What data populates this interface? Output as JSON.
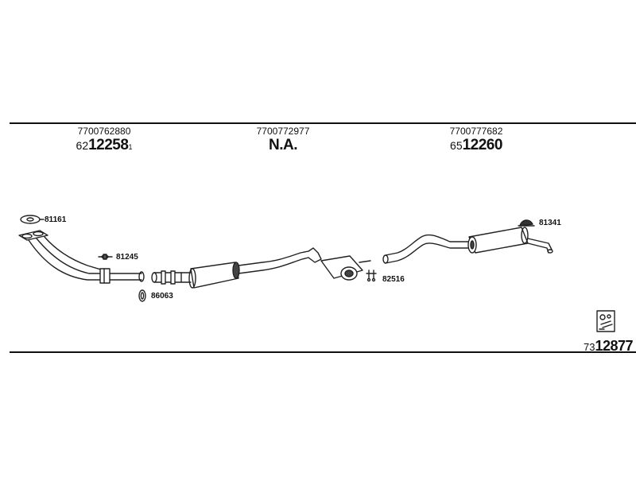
{
  "parts": [
    {
      "oem": "7700762880",
      "prefix": "62",
      "main": "12258",
      "suffix": "1"
    },
    {
      "oem": "7700772977",
      "prefix": "",
      "main": "N.A.",
      "suffix": ""
    },
    {
      "oem": "7700777682",
      "prefix": "65",
      "main": "12260",
      "suffix": ""
    }
  ],
  "callouts": {
    "gasket_front": "81161",
    "clamp": "81245",
    "ring": "86063",
    "hanger_kit": "82516",
    "mount_rear": "81341"
  },
  "fitting_kit": {
    "prefix": "73",
    "main": "12877"
  }
}
